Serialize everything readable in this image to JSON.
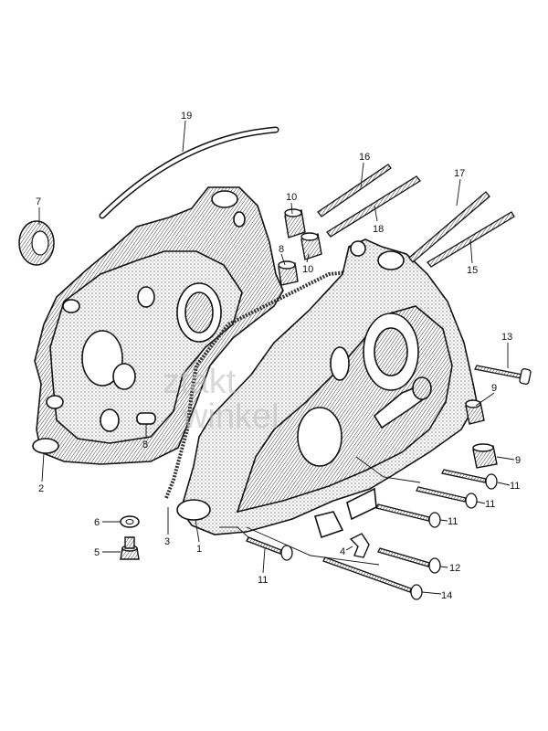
{
  "watermark": {
    "line1": "ztakt",
    "line2": "winkel"
  },
  "colors": {
    "ink": "#111111",
    "paper": "#ffffff",
    "watermark": "#b9b9b9"
  },
  "callouts": [
    {
      "id": "p19",
      "label": "19"
    },
    {
      "id": "p7",
      "label": "7"
    },
    {
      "id": "p10a",
      "label": "10"
    },
    {
      "id": "p8a",
      "label": "8"
    },
    {
      "id": "p10b",
      "label": "10"
    },
    {
      "id": "p16",
      "label": "16"
    },
    {
      "id": "p18",
      "label": "18"
    },
    {
      "id": "p17",
      "label": "17"
    },
    {
      "id": "p15",
      "label": "15"
    },
    {
      "id": "p13",
      "label": "13"
    },
    {
      "id": "p9a",
      "label": "9"
    },
    {
      "id": "p9b",
      "label": "9"
    },
    {
      "id": "p8b",
      "label": "8"
    },
    {
      "id": "p2",
      "label": "2"
    },
    {
      "id": "p11a",
      "label": "11"
    },
    {
      "id": "p11b",
      "label": "11"
    },
    {
      "id": "p11c",
      "label": "11"
    },
    {
      "id": "p6",
      "label": "6"
    },
    {
      "id": "p5",
      "label": "5"
    },
    {
      "id": "p3",
      "label": "3"
    },
    {
      "id": "p1",
      "label": "1"
    },
    {
      "id": "p11d",
      "label": "11"
    },
    {
      "id": "p4",
      "label": "4"
    },
    {
      "id": "p12",
      "label": "12"
    },
    {
      "id": "p14",
      "label": "14"
    }
  ]
}
